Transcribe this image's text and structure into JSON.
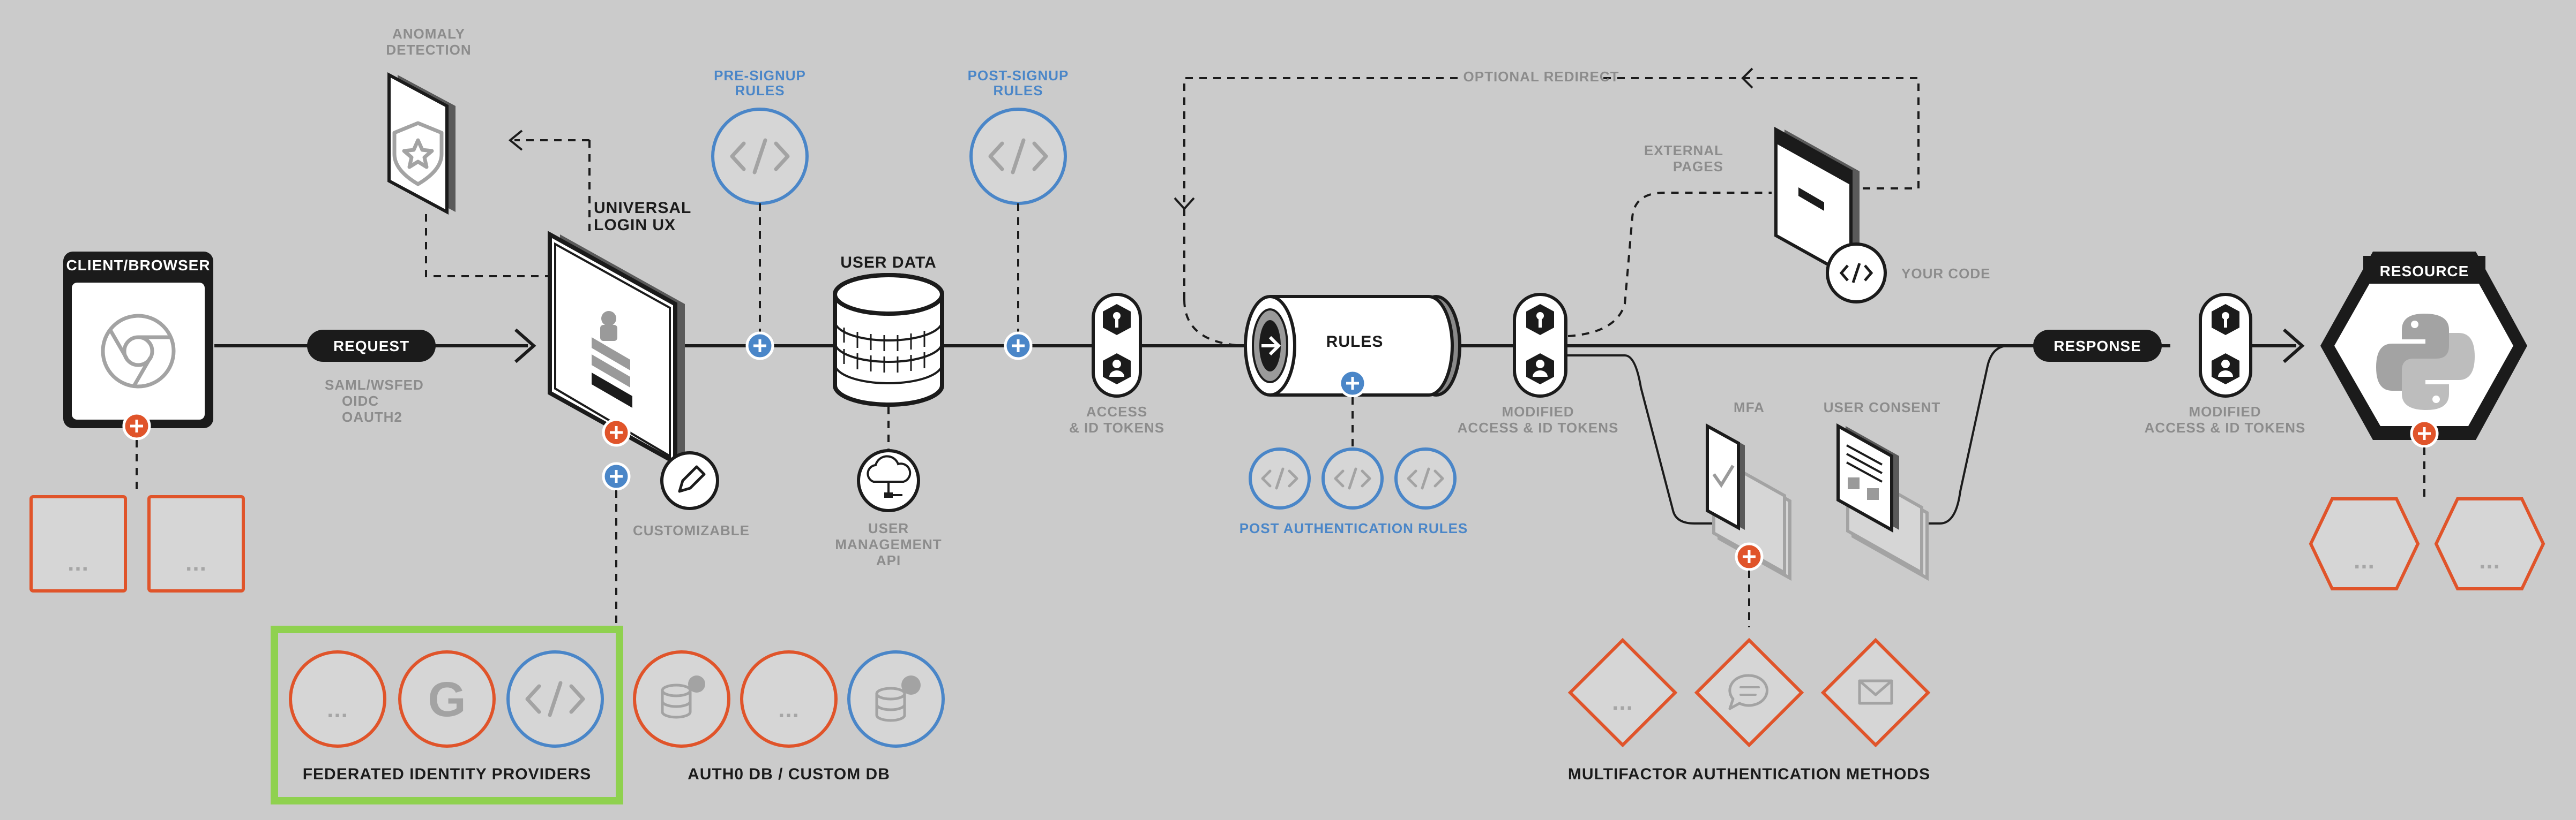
{
  "labels": {
    "client_browser": "CLIENT/BROWSER",
    "request": "REQUEST",
    "protocol_1": "SAML/WSFED",
    "protocol_2": "OIDC",
    "protocol_3": "OAUTH2",
    "anomaly_1": "ANOMALY",
    "anomaly_2": "DETECTION",
    "universal_1": "UNIVERSAL",
    "universal_2": "LOGIN UX",
    "customizable": "CUSTOMIZABLE",
    "pre_signup_1": "PRE-SIGNUP",
    "pre_signup_2": "RULES",
    "post_signup_1": "POST-SIGNUP",
    "post_signup_2": "RULES",
    "user_data": "USER DATA",
    "user_mgmt_1": "USER",
    "user_mgmt_2": "MANAGEMENT",
    "user_mgmt_3": "API",
    "access_tokens_1": "ACCESS",
    "access_tokens_2": "& ID TOKENS",
    "optional_redirect": "OPTIONAL REDIRECT",
    "rules": "RULES",
    "post_auth_rules": "POST AUTHENTICATION RULES",
    "modified_1": "MODIFIED",
    "modified_2": "ACCESS & ID TOKENS",
    "external_1": "EXTERNAL",
    "external_2": "PAGES",
    "your_code": "YOUR CODE",
    "mfa": "MFA",
    "user_consent": "USER CONSENT",
    "response": "RESPONSE",
    "modified_r1": "MODIFIED",
    "modified_r2": "ACCESS & ID TOKENS",
    "resource": "RESOURCE",
    "federated": "FEDERATED IDENTITY PROVIDERS",
    "auth0_db": "AUTH0 DB / CUSTOM DB",
    "mfa_methods": "MULTIFACTOR AUTHENTICATION METHODS",
    "ellipsis": "..."
  },
  "icons": {
    "browser": "chrome-icon",
    "anomaly": "shield-star-icon",
    "code": "code-brackets-icon",
    "database": "database-icon",
    "pencil": "pencil-icon",
    "cloud": "cloud-plug-icon",
    "key": "keyhole-icon",
    "user": "user-icon",
    "google": "google-icon",
    "python": "python-icon",
    "chat": "chat-bubble-icon",
    "mail": "envelope-icon",
    "phone": "phone-check-icon",
    "consent": "consent-document-icon"
  },
  "colors": {
    "background": "#cbcbcb",
    "ink": "#1b1b1b",
    "orange": "#e0542a",
    "blue": "#4a86c8",
    "green": "#8fd14f",
    "muted": "#8c8c8c"
  }
}
